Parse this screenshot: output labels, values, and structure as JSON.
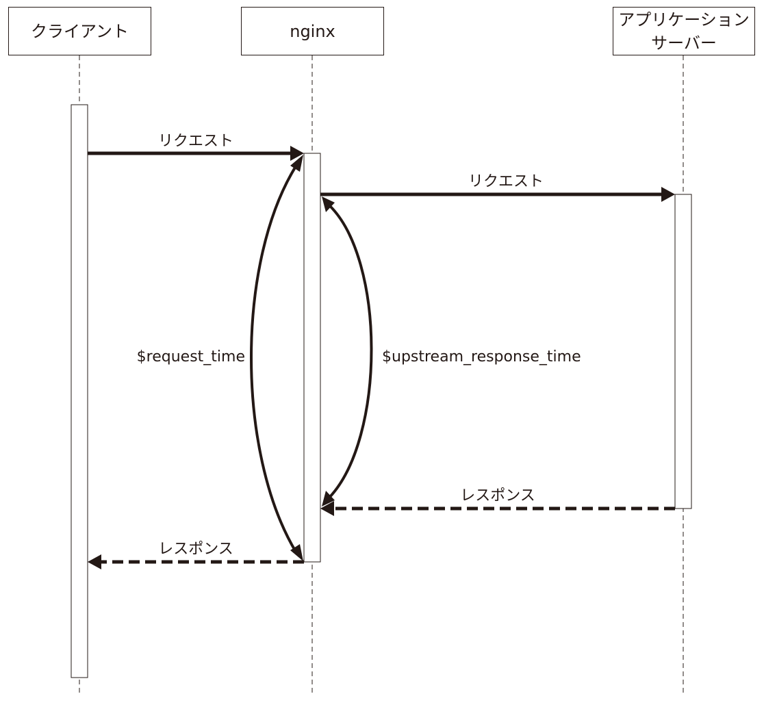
{
  "participants": {
    "client": {
      "label": "クライアント"
    },
    "nginx": {
      "label": "nginx"
    },
    "app_server": {
      "label_line1": "アプリケーション",
      "label_line2": "サーバー"
    }
  },
  "messages": {
    "client_to_nginx_request": {
      "label": "リクエスト",
      "style": "solid"
    },
    "nginx_to_app_request": {
      "label": "リクエスト",
      "style": "solid"
    },
    "app_to_nginx_response": {
      "label": "レスポンス",
      "style": "dashed"
    },
    "nginx_to_client_response": {
      "label": "レスポンス",
      "style": "dashed"
    }
  },
  "durations": {
    "request_time": {
      "label": "$request_time"
    },
    "upstream_response_time": {
      "label": "$upstream_response_time"
    }
  },
  "colors": {
    "ink": "#231815",
    "background": "#ffffff"
  }
}
